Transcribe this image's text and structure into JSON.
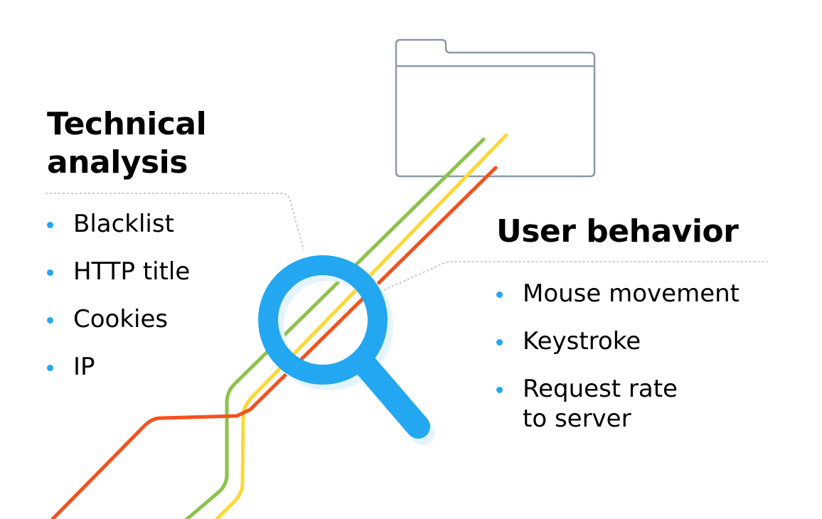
{
  "technical": {
    "title_line1": "Technical",
    "title_line2": "analysis",
    "items": [
      "Blacklist",
      "HTTP title",
      "Cookies",
      "IP"
    ]
  },
  "user": {
    "title": "User behavior",
    "items": [
      {
        "line1": "Mouse movement",
        "line2": ""
      },
      {
        "line1": "Keystroke",
        "line2": ""
      },
      {
        "line1": "Request rate",
        "line2": "to server"
      }
    ]
  },
  "colors": {
    "green": "#8bc34a",
    "yellow": "#fdd835",
    "red": "#f4511e",
    "blue": "#22a7f0",
    "blue_shadow": "#e3f4fd",
    "folder": "#8a9ba3",
    "divider": "#b8b8b8",
    "bullet": "#22a7f0"
  },
  "icons": {
    "folder": "folder-icon",
    "magnifier": "magnifying-glass-icon"
  }
}
